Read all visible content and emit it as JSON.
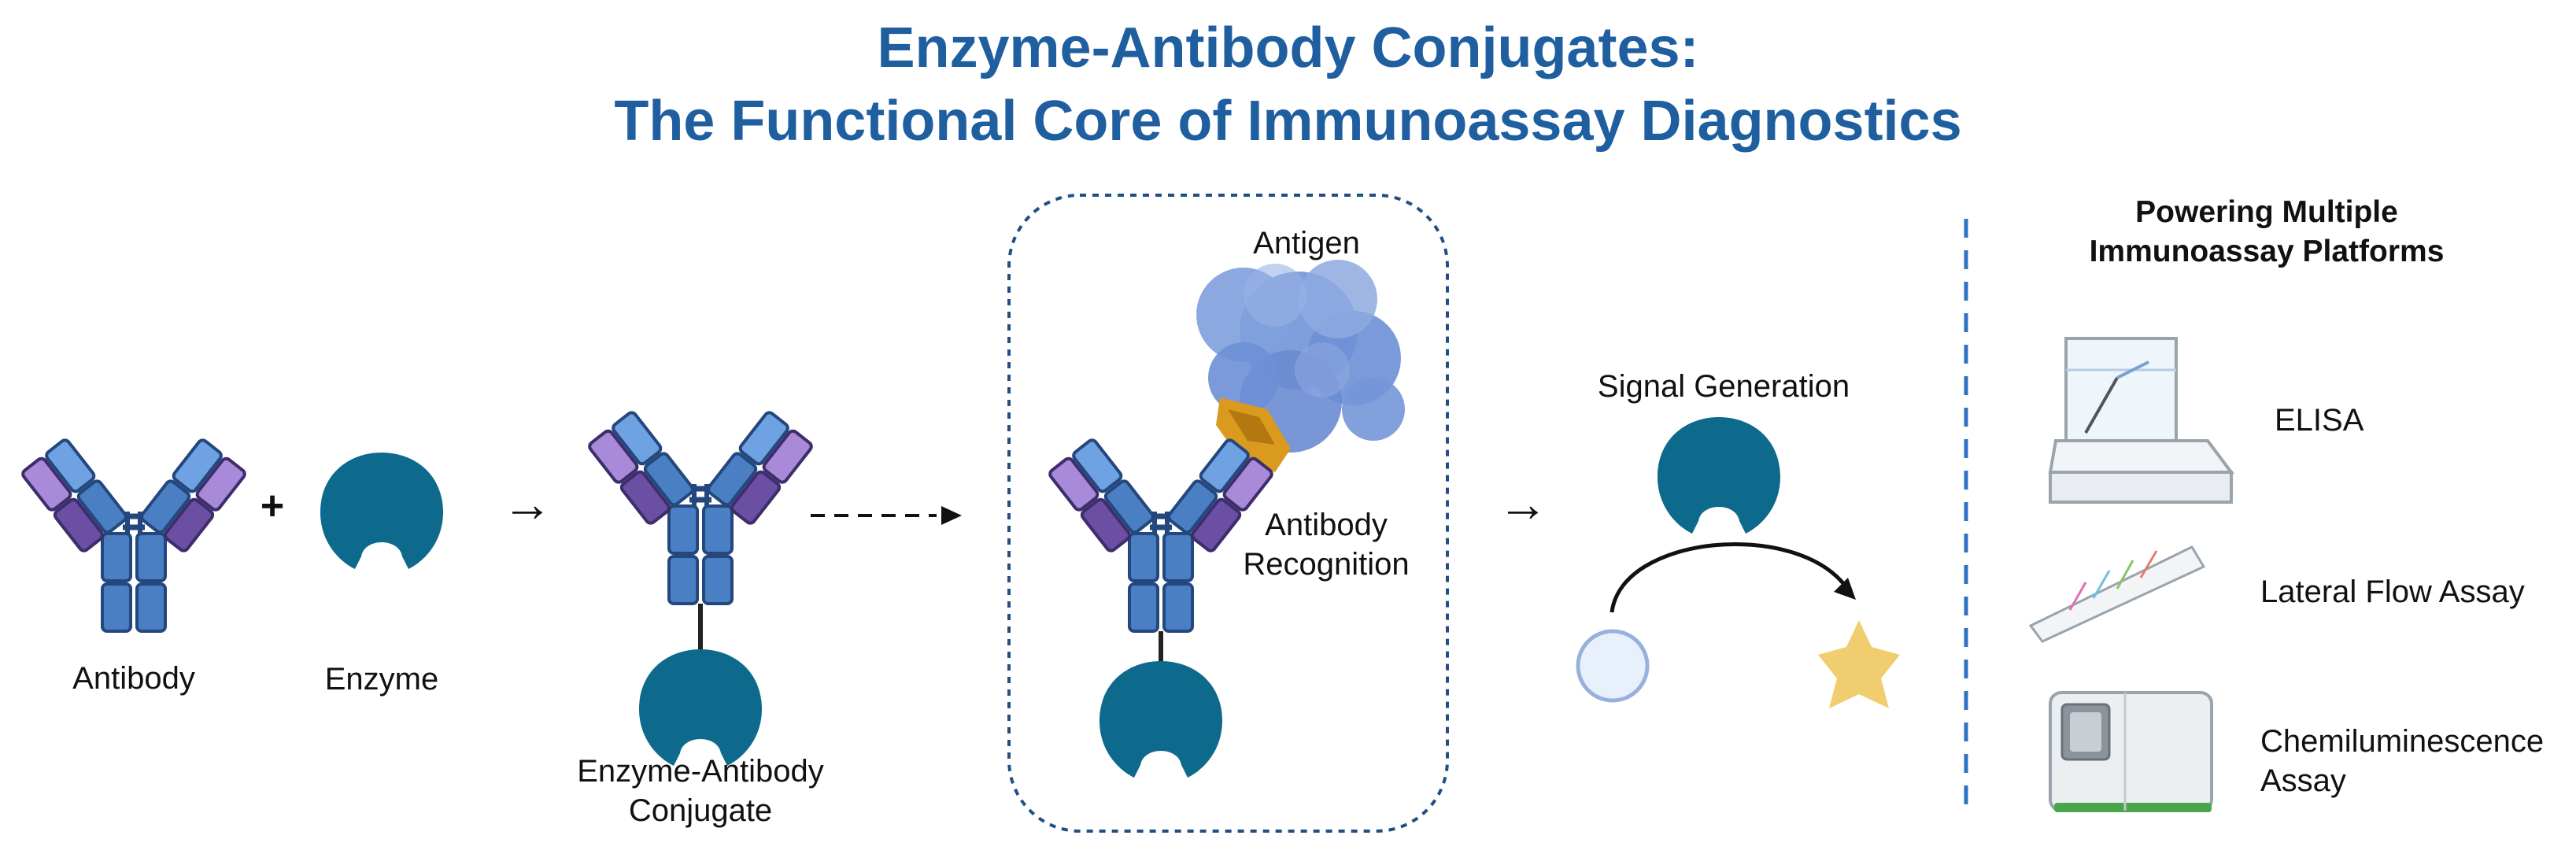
{
  "title": {
    "line1": "Enzyme-Antibody Conjugates:",
    "line2": "The Functional Core of Immunoassay Diagnostics"
  },
  "stage1": {
    "antibody_label": "Antibody",
    "plus_symbol": "+",
    "enzyme_label": "Enzyme",
    "arrow_symbol": "→"
  },
  "stage2": {
    "conjugate_label_line1": "Enzyme-Antibody",
    "conjugate_label_line2": "Conjugate"
  },
  "stage3": {
    "antigen_label": "Antigen",
    "recognition_label_line1": "Antibody",
    "recognition_label_line2": "Recognition",
    "arrow_symbol": "→"
  },
  "stage4": {
    "signal_label": "Signal Generation"
  },
  "platforms": {
    "heading_line1": "Powering Multiple",
    "heading_line2": "Immunoassay Platforms",
    "items": [
      {
        "label_line1": "ELISA",
        "label_line2": "",
        "icon": "elisa-plate-icon"
      },
      {
        "label_line1": "Lateral Flow Assay",
        "label_line2": "",
        "icon": "lateral-flow-strip-icon"
      },
      {
        "label_line1": "Chemiluminescence",
        "label_line2": "Assay",
        "icon": "chemiluminescence-analyzer-icon"
      }
    ]
  },
  "colors": {
    "title": "#1f5fa0",
    "enzyme": "#0e6a8c",
    "antibody_blue": "#4a7fc4",
    "antibody_dark": "#24477d",
    "antibody_light_blue": "#6fa2e3",
    "antibody_purple": "#6a4fa3",
    "antibody_lavender": "#a98ad8",
    "antigen": "#6d8fd6",
    "epitope": "#d99a1e",
    "signal_product": "#f0cd6e",
    "substrate": "#e8f0fb",
    "separator": "#2e72c4"
  }
}
